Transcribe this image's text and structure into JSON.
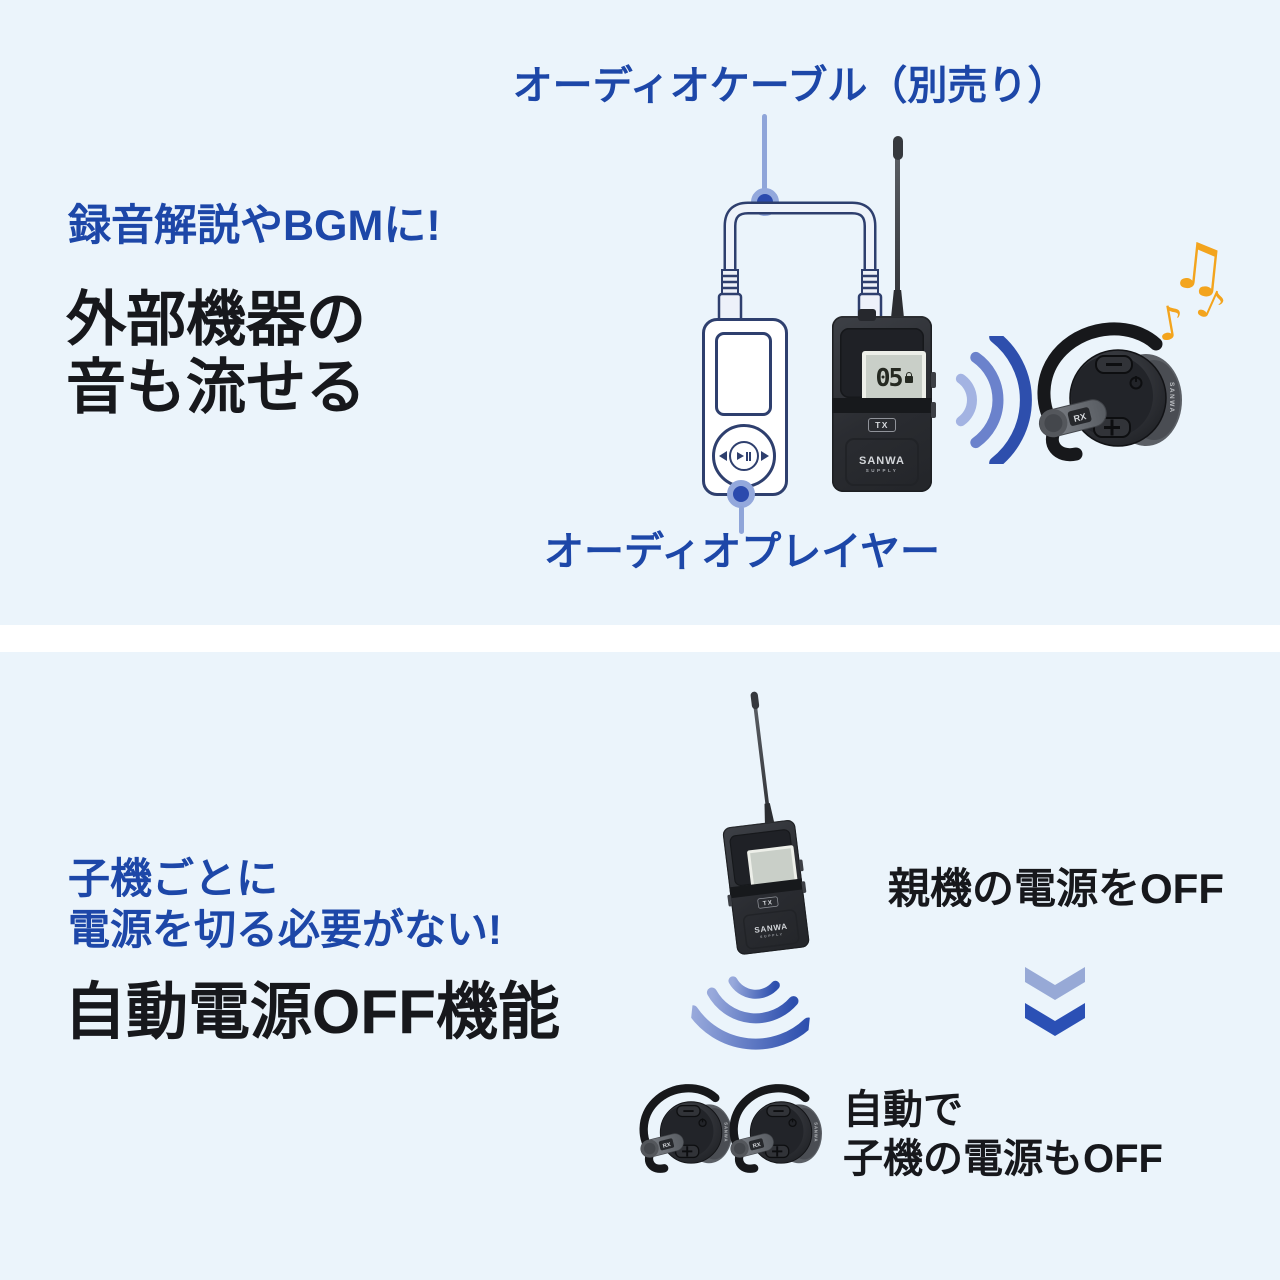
{
  "colors": {
    "background": "#ebf4fb",
    "divider": "#ffffff",
    "accent_blue": "#1d47a8",
    "text_black": "#17181c",
    "callout_line": "#8fa5d9",
    "callout_dot": "#2b4aad",
    "signal_light": "#a3b3e2",
    "signal_mid": "#6b82cc",
    "signal_dark": "#2e4fad",
    "chevron_light": "#97a9d6",
    "chevron_dark": "#2b50b5",
    "music_note_orange": "#f3a41d",
    "device_outline_navy": "#2e3f6e"
  },
  "icons": {
    "music_note_beamed": "♫",
    "music_note_single": "♪",
    "wireless_signal": "three-arcs",
    "down_chevron": "double-chevron",
    "play_pause": "play-pause",
    "prev": "left-triangle",
    "next": "right-triangle",
    "lock": "padlock"
  },
  "section_external_audio": {
    "eyebrow": "録音解説やBGMに!",
    "title_lines": [
      "外部機器の",
      "音も流せる"
    ],
    "cable_label": "オーディオケーブル（別売り）",
    "player_label": "オーディオプレイヤー",
    "transmitter": {
      "lcd_value": "05",
      "badge": "TX",
      "brand": "SANWA",
      "brand_sub": "SUPPLY"
    },
    "receiver": {
      "badge": "RX",
      "brand": "SANWA"
    }
  },
  "section_auto_power_off": {
    "eyebrow_lines": [
      "子機ごとに",
      "電源を切る必要がない!"
    ],
    "title": "自動電源OFF機能",
    "parent_off_label": "親機の電源をOFF",
    "child_off_lines": [
      "自動で",
      "子機の電源もOFF"
    ]
  }
}
